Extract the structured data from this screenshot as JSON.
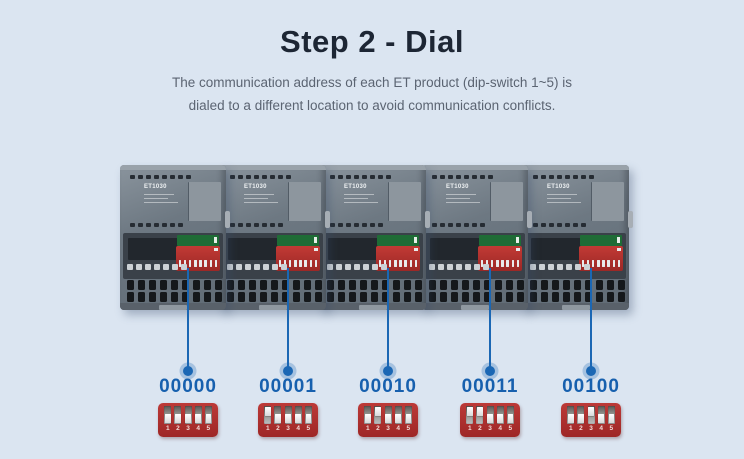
{
  "header": {
    "title": "Step 2 - Dial",
    "subtitle_line1": "The communication address of each ET product (dip-switch 1~5) is",
    "subtitle_line2": "dialed to a different location to avoid communication conflicts."
  },
  "colors": {
    "background": "#dbe5f1",
    "title_text": "#1d2634",
    "subtitle_text": "#5b6472",
    "accent_blue": "#1b67b4",
    "address_text": "#1760ae",
    "dip_switch_red": "#b23230",
    "device_body_gray": "#6d7882"
  },
  "devices": [
    {
      "label": "ET1030"
    },
    {
      "label": "ET1030"
    },
    {
      "label": "ET1030"
    },
    {
      "label": "ET1030"
    },
    {
      "label": "ET1030"
    }
  ],
  "addresses": [
    {
      "code": "00000",
      "switches_on": []
    },
    {
      "code": "00001",
      "switches_on": [
        1
      ]
    },
    {
      "code": "00010",
      "switches_on": [
        2
      ]
    },
    {
      "code": "00011",
      "switches_on": [
        1,
        2
      ]
    },
    {
      "code": "00100",
      "switches_on": [
        3
      ]
    }
  ],
  "dip_icon": {
    "positions": [
      "1",
      "2",
      "3",
      "4",
      "5"
    ]
  }
}
